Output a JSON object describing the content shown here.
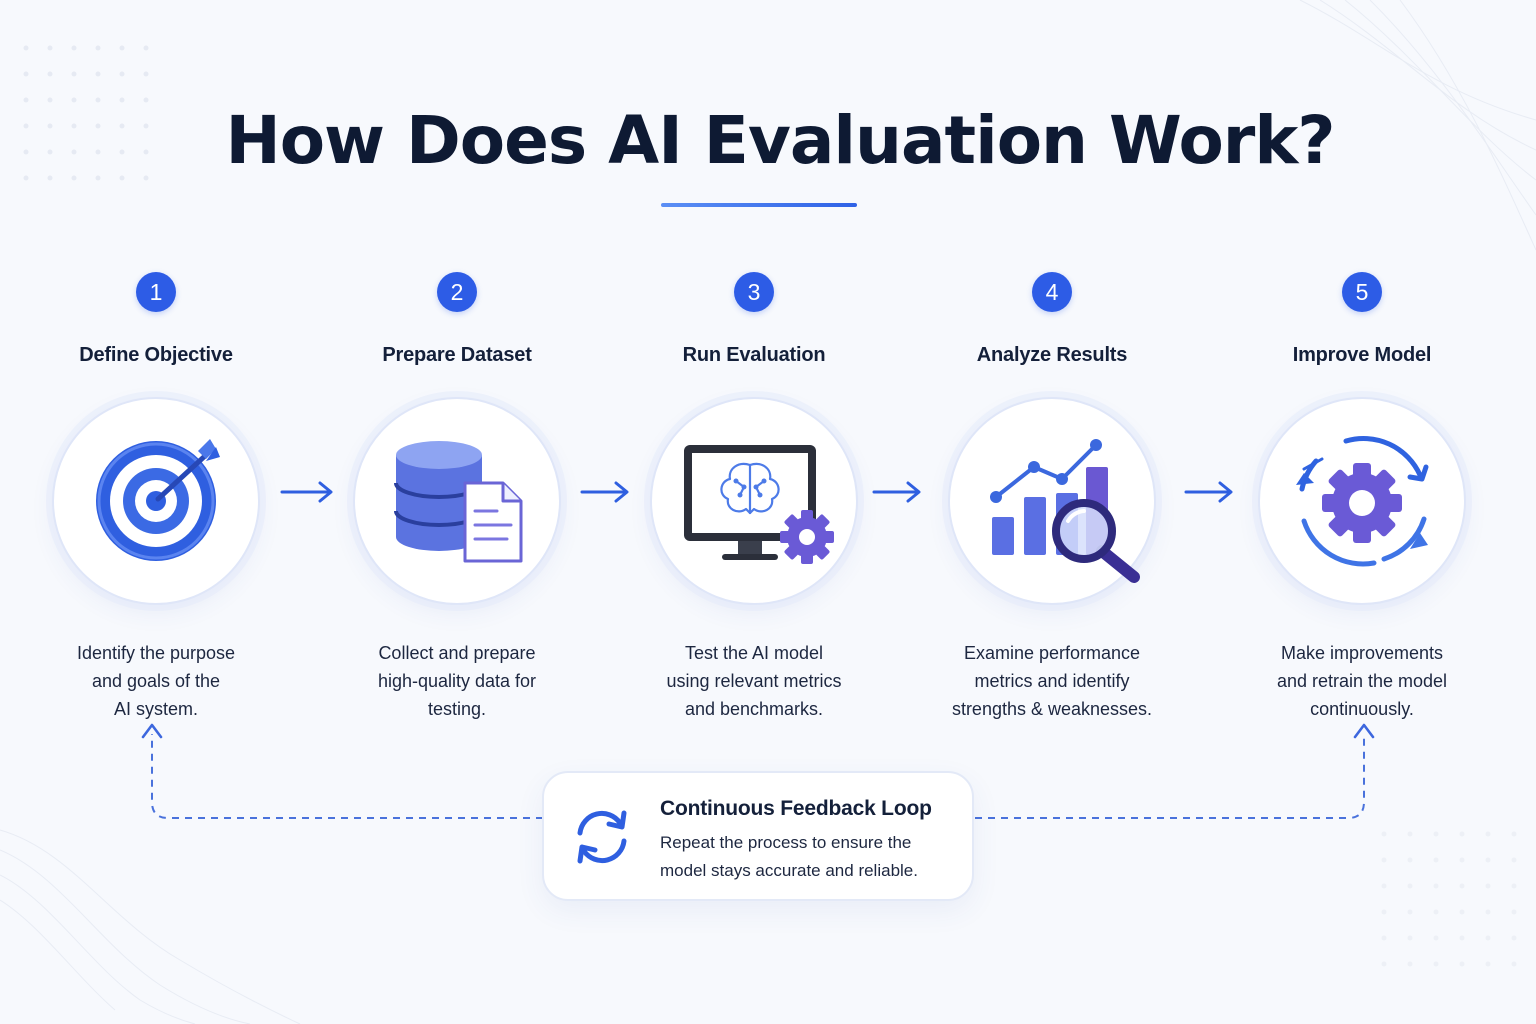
{
  "title": "How Does AI Evaluation Work?",
  "colors": {
    "accent": "#2d5ce6",
    "accent_light": "#5b8ff5",
    "purple": "#6c5bd8",
    "text_dark": "#0e1a33",
    "background": "#f7f9fd"
  },
  "steps": [
    {
      "number": "1",
      "title": "Define Objective",
      "icon": "target-icon",
      "desc_lines": [
        "Identify the purpose",
        "and goals of the",
        "AI system."
      ]
    },
    {
      "number": "2",
      "title": "Prepare Dataset",
      "icon": "database-document-icon",
      "desc_lines": [
        "Collect and prepare",
        "high-quality data for",
        "testing."
      ]
    },
    {
      "number": "3",
      "title": "Run Evaluation",
      "icon": "monitor-brain-gear-icon",
      "desc_lines": [
        "Test the AI model",
        "using relevant metrics",
        "and benchmarks."
      ]
    },
    {
      "number": "4",
      "title": "Analyze Results",
      "icon": "chart-magnifier-icon",
      "desc_lines": [
        "Examine performance",
        "metrics and identify",
        "strengths & weaknesses."
      ]
    },
    {
      "number": "5",
      "title": "Improve Model",
      "icon": "gear-cycle-icon",
      "desc_lines": [
        "Make improvements",
        "and retrain the model",
        "continuously."
      ]
    }
  ],
  "feedback_loop": {
    "title": "Continuous Feedback Loop",
    "icon": "refresh-icon",
    "desc_lines": [
      "Repeat the process to ensure the",
      "model stays accurate and reliable."
    ]
  }
}
